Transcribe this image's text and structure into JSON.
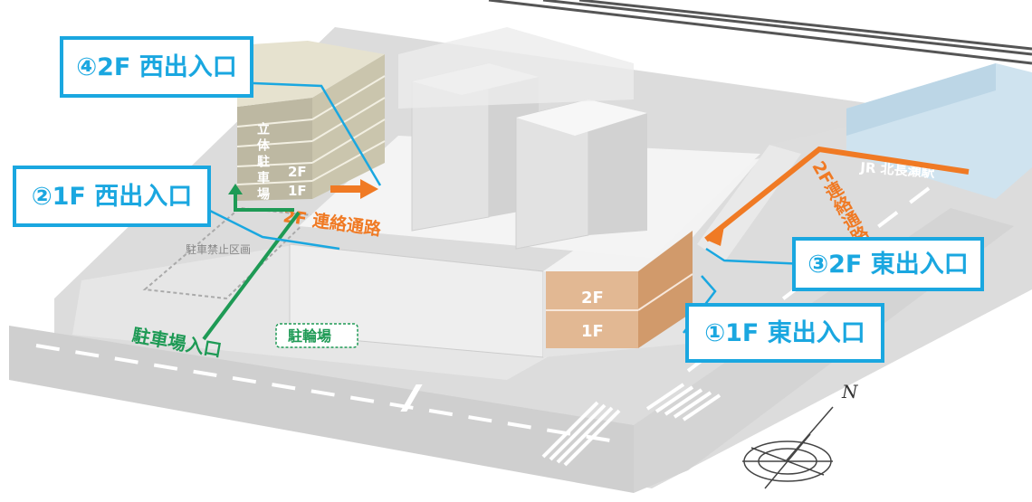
{
  "callouts": {
    "west_2f": "④2F 西出入口",
    "west_1f": "②1F 西出入口",
    "east_2f": "③2F 東出入口",
    "east_1f": "①1F 東出入口"
  },
  "labels": {
    "station": "JR 北長瀬駅",
    "walkway_west": "2F 連絡通路",
    "walkway_east": "2F連絡通路",
    "parking_entrance": "駐車場入口",
    "bicycle_parking": "駐輪場",
    "no_parking_zone": "駐車禁止区画",
    "parking_structure": "立体駐車場",
    "floor_2f": "2F",
    "floor_1f": "1F",
    "north": "N"
  },
  "colors": {
    "callout_blue": "#1aa7e0",
    "walkway_orange": "#f07a24",
    "parking_green": "#1e9a55",
    "station_blue": "#cfe3ef"
  }
}
